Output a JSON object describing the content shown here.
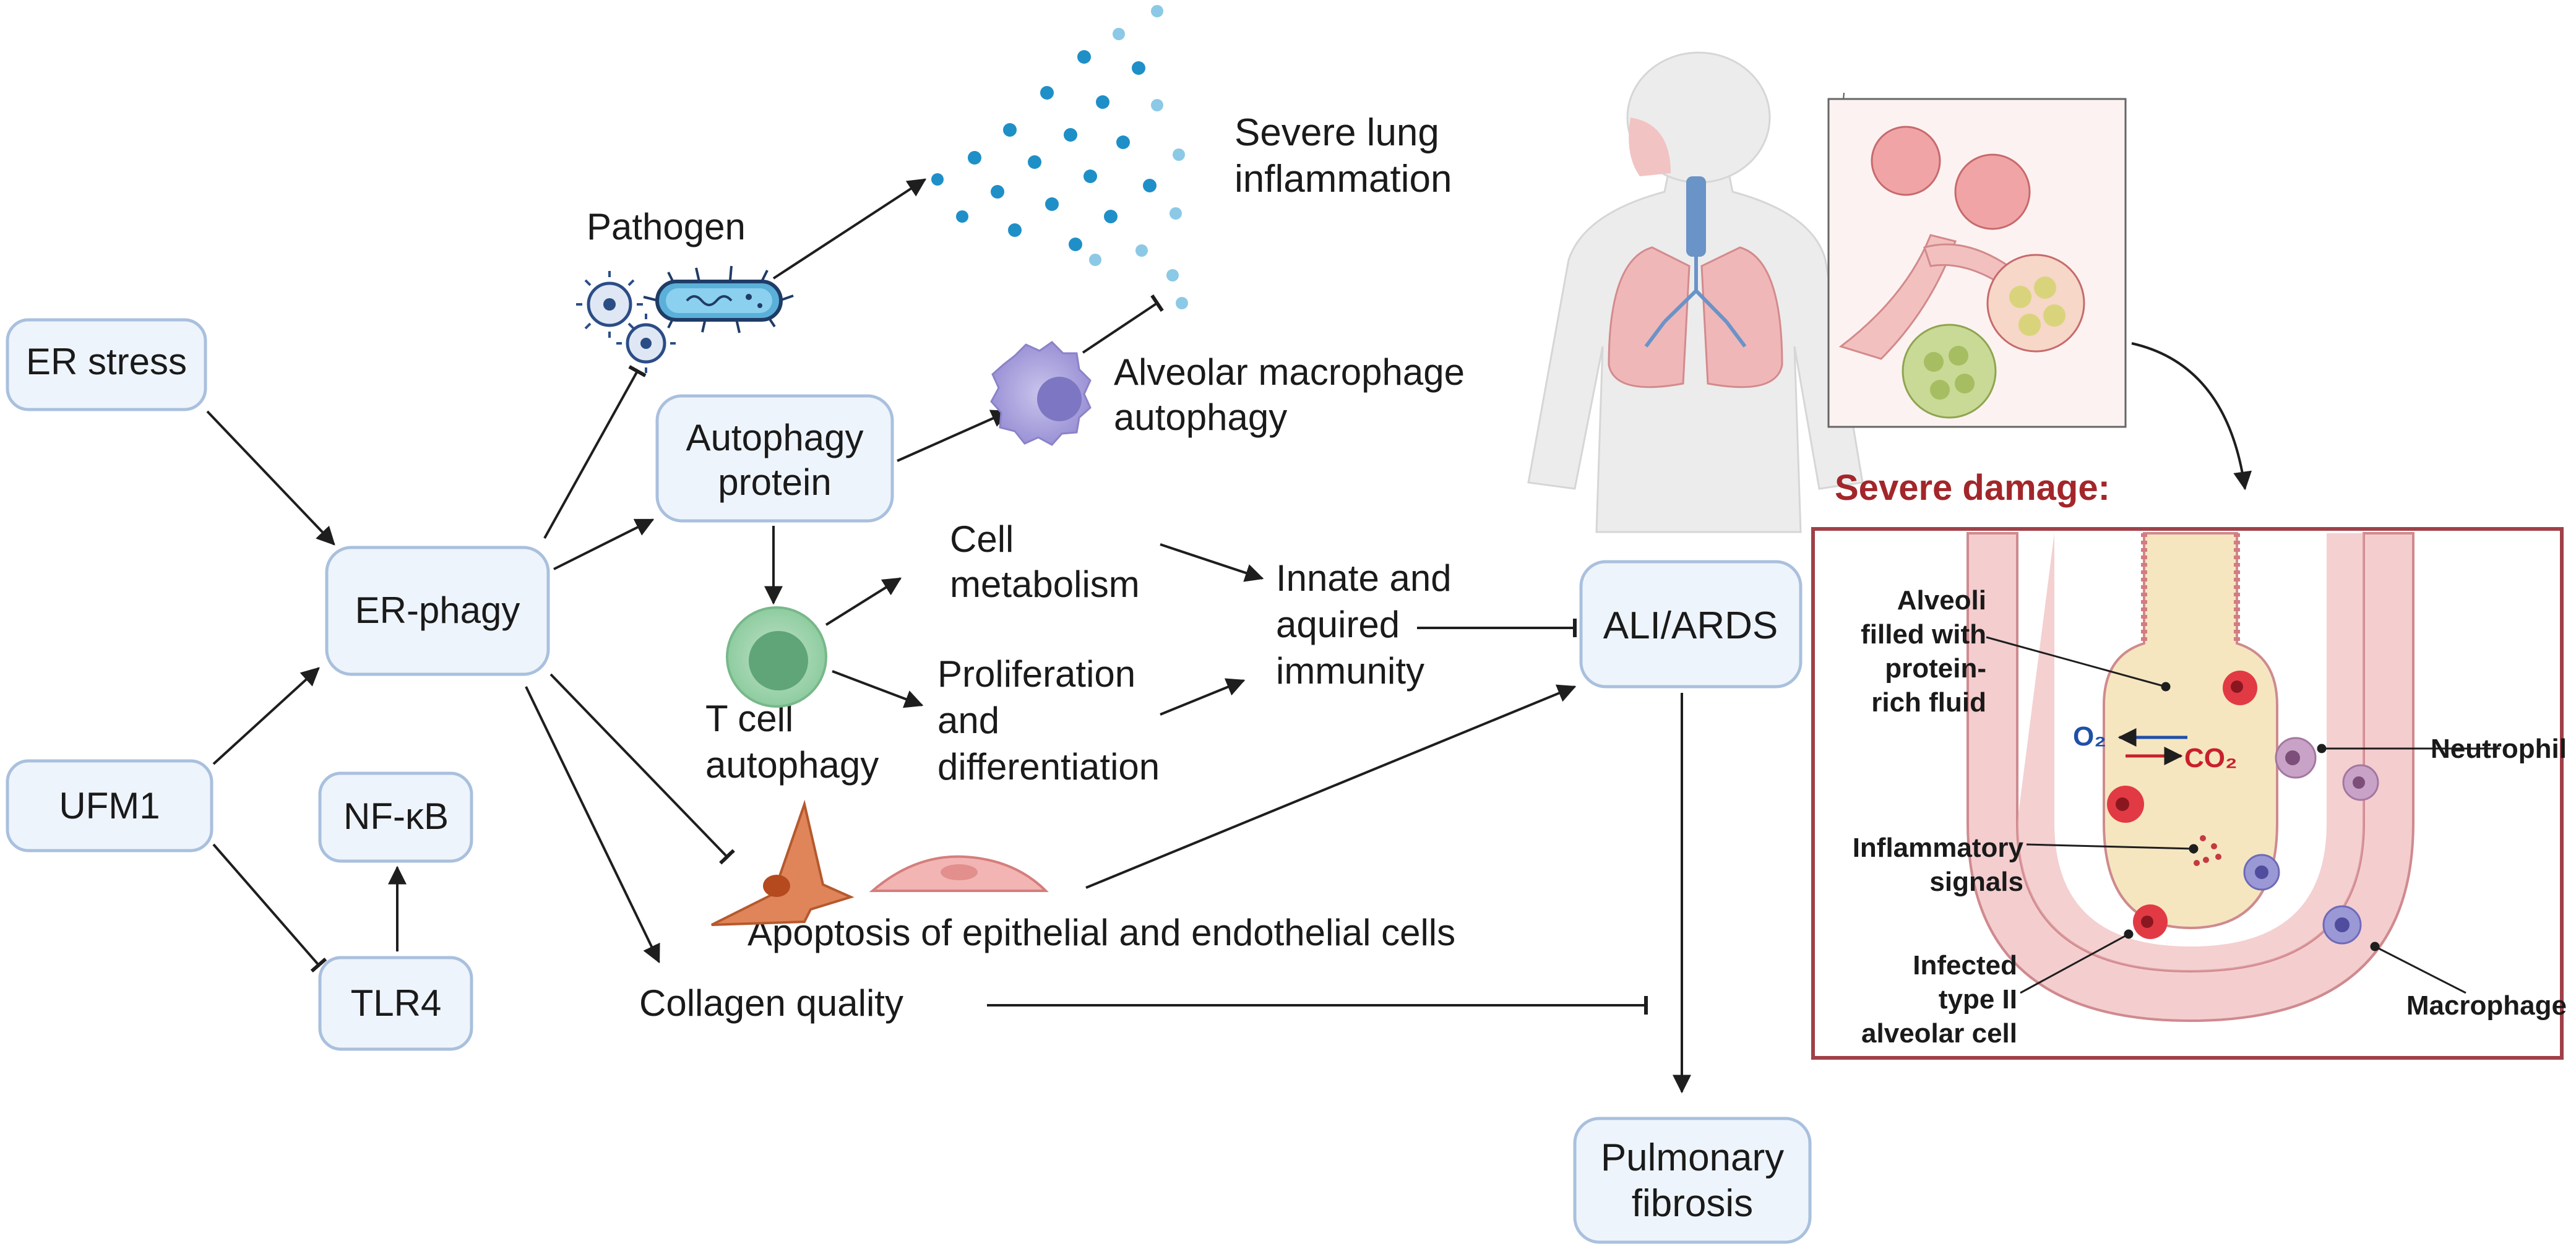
{
  "colors": {
    "box_fill": "#eef4fb",
    "box_stroke": "#a9c0de",
    "damage_title": "#a3262a",
    "damage_frame": "#a04048",
    "o2": "#1f4fa8",
    "co2": "#c8202a"
  },
  "nodes": {
    "er_stress": "ER stress",
    "er_phagy": "ER-phagy",
    "ufm1": "UFM1",
    "nfkb": "NF-κB",
    "tlr4": "TLR4",
    "autophagy_protein": [
      "Autophagy",
      "protein"
    ],
    "ali_ards": "ALI/ARDS",
    "pulmonary_fibrosis": [
      "Pulmonary",
      "fibrosis"
    ]
  },
  "labels": {
    "pathogen": "Pathogen",
    "severe_lung_inflammation": [
      "Severe lung",
      "inflammation"
    ],
    "alveolar_macrophage_autophagy": [
      "Alveolar macrophage",
      "autophagy"
    ],
    "cell_metabolism": [
      "Cell",
      "metabolism"
    ],
    "proliferation": [
      "Proliferation",
      "and",
      "differentiation"
    ],
    "innate_immunity": [
      "Innate and",
      "aquired",
      "immunity"
    ],
    "t_cell_autophagy": [
      "T cell",
      "autophagy"
    ],
    "apoptosis": "Apoptosis of epithelial and endothelial cells",
    "collagen_quality": "Collagen quality"
  },
  "damage_panel": {
    "title": "Severe damage:",
    "alveoli_fluid": [
      "Alveoli",
      "filled with",
      "protein-",
      "rich fluid"
    ],
    "o2": "O₂",
    "co2": "CO₂",
    "neutrophil": "Neutrophil",
    "inflammatory_signals": [
      "Inflammatory",
      "signals"
    ],
    "infected_cell": [
      "Infected",
      "type II",
      "alveolar cell"
    ],
    "macrophage": "Macrophage"
  }
}
